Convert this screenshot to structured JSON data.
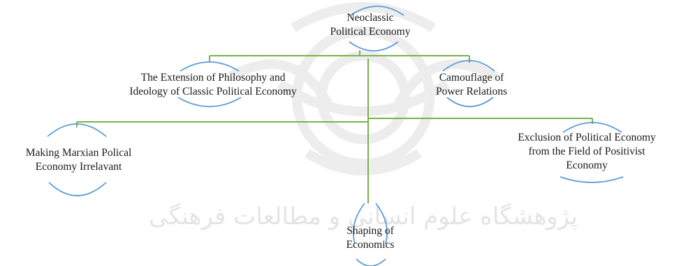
{
  "diagram": {
    "root": {
      "lines": [
        "Neoclassic",
        "Political  Economy"
      ]
    },
    "nodes": {
      "philosophy": {
        "lines": [
          "The Extension of Philosophy and",
          "Ideology of Classic Political Economy"
        ]
      },
      "camouflage": {
        "lines": [
          "Camouflage of",
          "Power Relations"
        ]
      },
      "marxian": {
        "lines": [
          "Making Marxian Polical",
          "Economy Irrelavant"
        ]
      },
      "exclusion": {
        "lines": [
          "Exclusion of Political Economy",
          "from the Field of Positivist",
          "Economy"
        ]
      },
      "shaping": {
        "lines": [
          "Shaping of",
          "Economics"
        ]
      }
    },
    "watermark_text": "پژوهشگاه علوم انسانی و مطالعات فرهنگی",
    "colors": {
      "connector": "#77b24a",
      "arc": "#5b9bd5",
      "text": "#1a1a1a",
      "watermark": "#e6e6e6"
    }
  }
}
